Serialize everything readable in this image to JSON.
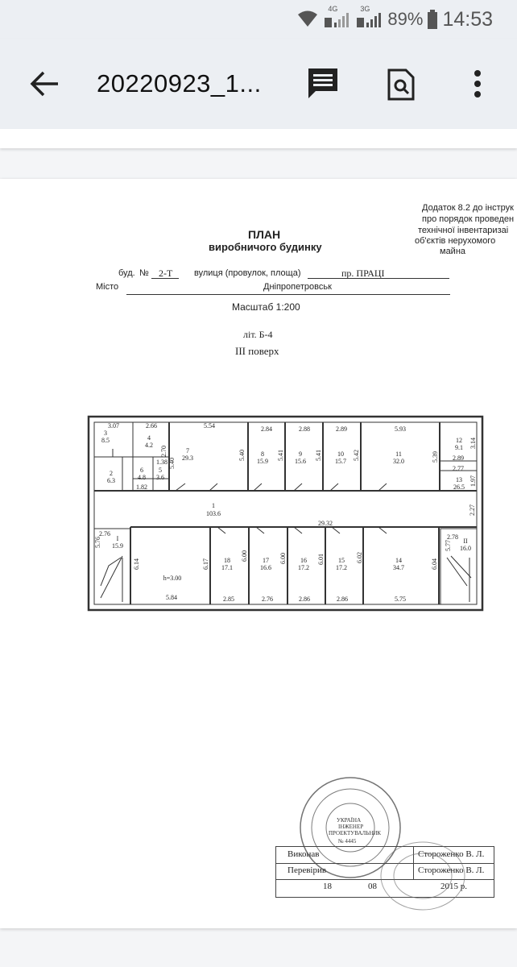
{
  "status_bar": {
    "network_1": "4G",
    "network_2": "3G",
    "battery": "89%",
    "time": "14:53"
  },
  "app_bar": {
    "back_icon": "arrow-left-icon",
    "title": "20220923_1...",
    "comment_icon": "comment-icon",
    "search_doc_icon": "document-search-icon",
    "more_icon": "more-vert-icon"
  },
  "document": {
    "appendix": [
      "Додаток  8.2 до інструк",
      "про  порядок проведен",
      "технічної  інвентаризаі",
      "об'єктів нерухомого",
      "майна"
    ],
    "plan_title": "ПЛАН",
    "plan_subtitle": "виробничого будинку",
    "building_label": "буд.",
    "no_label": "№",
    "building_number": "2-Т",
    "street_label": "вулиця (провулок, площа)",
    "street_value": "пр.  ПРАЦІ",
    "city_label": "Місто",
    "city_value": "Дніпропетровськ",
    "scale": "Масштаб 1:200",
    "letter": "літ. Б-4",
    "floor": "III поверх",
    "signatures": {
      "executed_label": "Виконав",
      "executed_name": "Стороженко В. Л.",
      "checked_label": "Перевірив",
      "checked_name": "Стороженко В. Л.",
      "day": "18",
      "month": "08",
      "year": "2015 р."
    },
    "stamp": {
      "center_text_1": "УКРАЇНА",
      "center_text_2": "ІНЖЕНЕР",
      "center_text_3": "ПРОЕКТУВАЛЬНИК",
      "number": "№ 4445"
    }
  },
  "floor_plan": {
    "rooms_top": [
      {
        "num": "3",
        "area": "8.5",
        "width": "3.07"
      },
      {
        "num": "4",
        "area": "4.2",
        "width": "2.66"
      },
      {
        "num": "7",
        "area": "29.3",
        "width": "5.54"
      },
      {
        "num": "8",
        "area": "15.9",
        "width": "2.84"
      },
      {
        "num": "9",
        "area": "15.6",
        "width": "2.88"
      },
      {
        "num": "10",
        "area": "15.7",
        "width": "2.89"
      },
      {
        "num": "11",
        "area": "32.0",
        "width": "5.93"
      },
      {
        "num": "12",
        "area": "9.1",
        "width": ""
      }
    ],
    "rooms_small": [
      {
        "num": "2",
        "area": "6.3"
      },
      {
        "num": "6",
        "area": "4.8"
      },
      {
        "num": "5",
        "area": "3.6"
      },
      {
        "num": "13",
        "area": "26.5"
      }
    ],
    "corridor": {
      "num": "1",
      "area": "103.6",
      "length": "29.32"
    },
    "rooms_bottom": [
      {
        "num": "18",
        "area": "17.1",
        "width": "2.85"
      },
      {
        "num": "17",
        "area": "16.6",
        "width": "2.76"
      },
      {
        "num": "16",
        "area": "17.2",
        "width": "2.86"
      },
      {
        "num": "15",
        "area": "17.2",
        "width": "2.86"
      },
      {
        "num": "14",
        "area": "34.7",
        "width": "5.75"
      }
    ],
    "stair_left": {
      "num": "I",
      "area": "15.9",
      "width": "2.76"
    },
    "stair_right": {
      "num": "II",
      "area": "16.0",
      "width": "2.78"
    },
    "height_label": "h=3.00",
    "dims": {
      "d_270": "2.70",
      "d_540a": "5.40",
      "d_540b": "5.40",
      "d_541a": "5.41",
      "d_541b": "5.41",
      "d_542": "5.42",
      "d_539": "5.39",
      "d_314": "3.14",
      "d_289": "2.89",
      "d_277": "2.77",
      "d_197": "1.97",
      "d_138": "1.38",
      "d_182": "1.82",
      "d_227": "2.27",
      "d_614": "6.14",
      "d_584": "5.84",
      "d_617": "6.17",
      "d_600a": "6.00",
      "d_600b": "6.00",
      "d_601": "6.01",
      "d_602": "6.02",
      "d_604": "6.04",
      "d_576": "5.76",
      "d_577": "5.77"
    }
  }
}
